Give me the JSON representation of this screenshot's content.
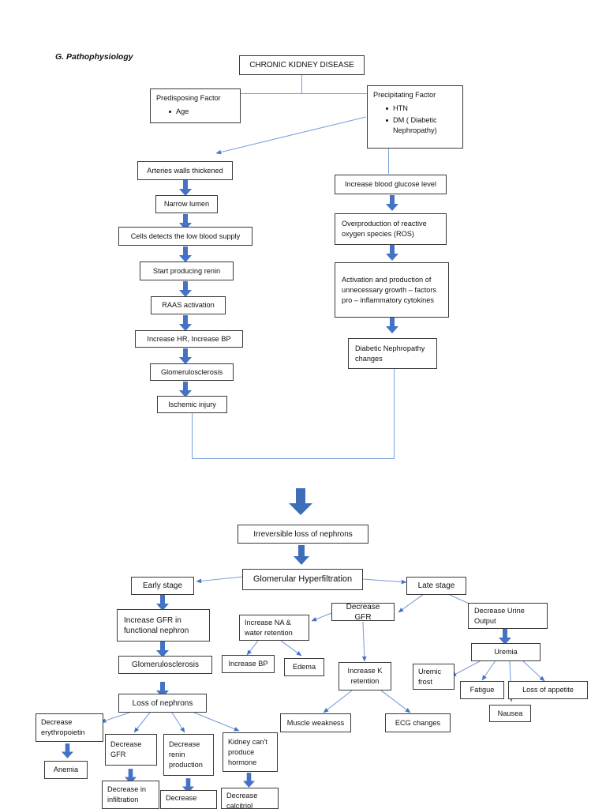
{
  "page": {
    "heading": "G. Pathophysiology",
    "accent_blue": "#4472C4",
    "line_blue": "#7aa0dc",
    "box_border": "#3a3a3a"
  },
  "nodes": {
    "ckd": "CHRONIC KIDNEY DISEASE",
    "predisposing_title": "Predisposing Factor",
    "predisposing_items": [
      "Age"
    ],
    "precipitating_title": "Precipitating Factor",
    "precipitating_items": [
      "HTN",
      "DM ( Diabetic Nephropathy)"
    ],
    "arteries_walls_thickened": "Arteries walls thickened",
    "narrow_lumen": "Narrow lumen",
    "cells_detect": "Cells detects the low blood supply",
    "start_renin": "Start producing renin",
    "raas_activation": "RAAS activation",
    "increase_hr_bp": "Increase HR, Increase BP",
    "glomerulosclerosis_a": "Glomerulosclerosis",
    "ischemic_injury": "Ischemic injury",
    "increase_glucose": "Increase blood glucose level",
    "overproduction_ros": "Overproduction of reactive oxygen species (ROS)",
    "activation_growth": "Activation and production of unnecessary growth – factors pro – inflammatory cytokines",
    "diabetic_nephropathy_changes": "Diabetic Nephropathy changes",
    "irreversible_loss": "Irreversible loss of nephrons",
    "glomerular_hyperfiltration": "Glomerular Hyperfiltration",
    "early_stage": "Early stage",
    "late_stage": "Late stage",
    "increase_gfr_functional": "Increase GFR in functional nephron",
    "glomerulosclerosis_b": "Glomerulosclerosis",
    "loss_of_nephrons": "Loss of nephrons",
    "increase_na_water": "Increase NA & water retention",
    "increase_bp": "Increase BP",
    "edema": "Edema",
    "decrease_gfr_mid": "Decrease GFR",
    "increase_k_retention": "Increase K retention",
    "muscle_weakness": "Muscle weakness",
    "ecg_changes": "ECG changes",
    "decrease_urine_output": "Decrease Urine Output",
    "uremia": "Uremia",
    "uremic_frost": "Uremic frost",
    "fatigue": "Fatigue",
    "nausea": "Nausea",
    "loss_of_appetite": "Loss of appetite",
    "decrease_erythropoietin": "Decrease erythropoietin",
    "anemia": "Anemia",
    "decrease_gfr_bottom": "Decrease GFR",
    "decrease_infiltration": "Decrease in infiltration",
    "decrease_renin_production": "Decrease renin production",
    "decrease_aldosterone": "Decrease",
    "kidney_cant_produce": "Kidney can't produce hormone",
    "decrease_calcitriol": "Decrease calcitriol"
  }
}
